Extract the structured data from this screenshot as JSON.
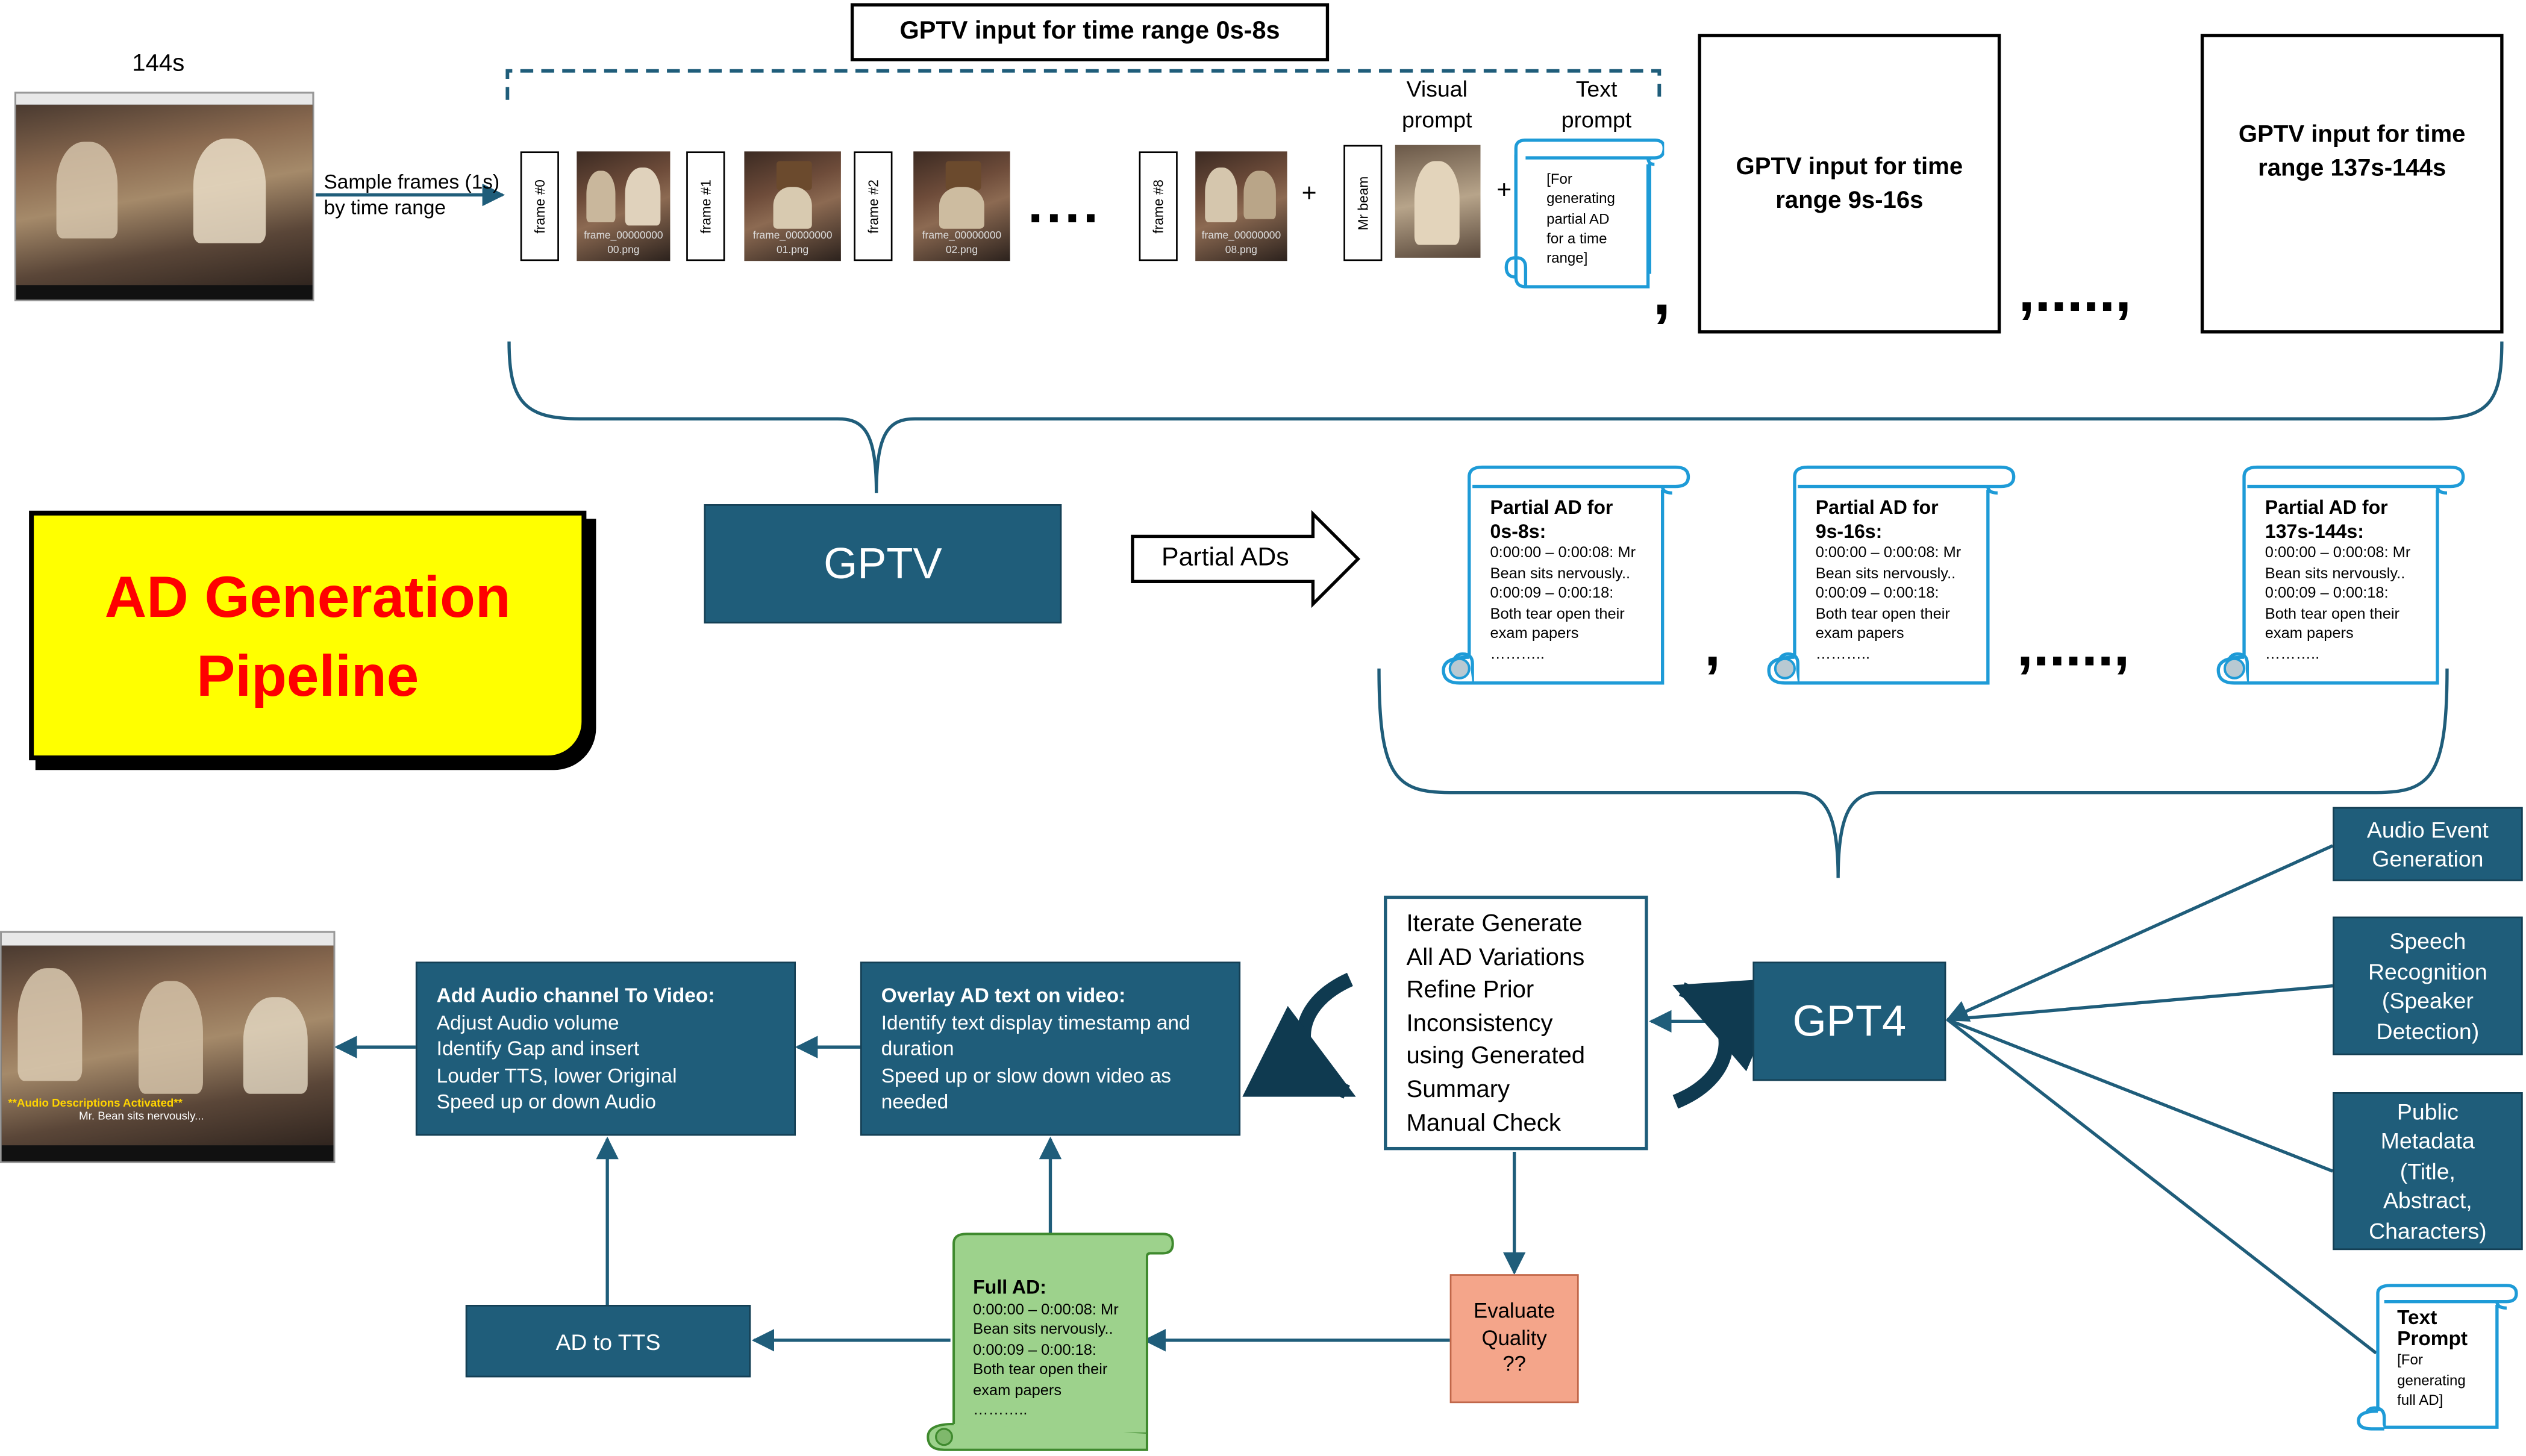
{
  "title": {
    "line1": "AD Generation",
    "line2": "Pipeline"
  },
  "video_duration": "144s",
  "sample_frames_label": {
    "line1": "Sample frames (1s)",
    "line2": "by time range"
  },
  "gptv_range_title": "GPTV input for time range 0s-8s",
  "frames": [
    {
      "label": "frame #0",
      "file": "frame_0000000000.png",
      "file_line1": "frame_00000000",
      "file_line2": "00.png"
    },
    {
      "label": "frame #1",
      "file_line1": "frame_00000000",
      "file_line2": "01.png"
    },
    {
      "label": "frame #2",
      "file_line1": "frame_00000000",
      "file_line2": "02.png"
    },
    {
      "label": "frame #8",
      "file_line1": "frame_00000000",
      "file_line2": "08.png"
    }
  ],
  "ellipsis": "....",
  "plus": "+",
  "visual_prompt": {
    "line1": "Visual",
    "line2": "prompt",
    "label": "Mr beam"
  },
  "text_prompt": {
    "line1": "Text",
    "line2": "prompt",
    "body": [
      "[For",
      "generating",
      "partial AD",
      "for a time",
      "range]"
    ]
  },
  "comma": ",",
  "comma_ellipsis": ",.....,",
  "gptv_inputs": [
    {
      "line1": "GPTV input for time",
      "line2": "range 9s-16s"
    },
    {
      "line1": "GPTV input for time",
      "line2": "range 137s-144s"
    }
  ],
  "gptv_label": "GPTV",
  "partial_ads_arrow": "Partial ADs",
  "partial_ads": [
    {
      "title1": "Partial AD for",
      "title2": "0s-8s:",
      "lines": [
        "0:00:00 – 0:00:08: Mr",
        "Bean sits nervously..",
        "0:00:09 – 0:00:18:",
        "Both tear open their",
        "exam papers",
        "……….."
      ]
    },
    {
      "title1": "Partial AD for",
      "title2": "9s-16s:",
      "lines": [
        "0:00:00 – 0:00:08: Mr",
        "Bean sits nervously..",
        "0:00:09 – 0:00:18:",
        "Both tear open their",
        "exam papers",
        "……….."
      ]
    },
    {
      "title1": "Partial AD for",
      "title2": "137s-144s:",
      "lines": [
        "0:00:00 – 0:00:08: Mr",
        "Bean sits nervously..",
        "0:00:09 – 0:00:18:",
        "Both tear open their",
        "exam papers",
        "……….."
      ]
    }
  ],
  "gpt4_label": "GPT4",
  "iterate_box": [
    "Iterate Generate",
    "All AD Variations",
    "Refine Prior",
    "Inconsistency",
    "using Generated",
    "Summary",
    "Manual Check"
  ],
  "side_inputs": [
    {
      "lines": [
        "Audio Event",
        "Generation"
      ]
    },
    {
      "lines": [
        "Speech",
        "Recognition",
        "(Speaker",
        "Detection)"
      ]
    },
    {
      "lines": [
        "Public",
        "Metadata",
        "(Title,",
        "Abstract,",
        "Characters)"
      ]
    }
  ],
  "text_prompt_full": {
    "title1": "Text",
    "title2": "Prompt",
    "body": [
      "[For",
      "generating",
      "full AD]"
    ]
  },
  "evaluate": [
    "Evaluate",
    "Quality",
    "??"
  ],
  "full_ad": {
    "title": "Full AD:",
    "lines": [
      "0:00:00 – 0:00:08: Mr",
      "Bean sits nervously..",
      "0:00:09 – 0:00:18:",
      "Both tear open their",
      "exam papers",
      "……….."
    ]
  },
  "ad_to_tts": "AD to TTS",
  "overlay_box": {
    "header": "Overlay AD text on video:",
    "lines": [
      "Identify text display timestamp and",
      "duration",
      "Speed up or slow down video as",
      "needed"
    ]
  },
  "audio_box": {
    "header": "Add Audio channel To Video:",
    "lines": [
      "Adjust Audio volume",
      "Identify Gap and insert",
      "Louder TTS, lower Original",
      "Speed up or down Audio"
    ]
  },
  "output_video_caption": {
    "line1": "**Audio Descriptions Activated**",
    "line2": "Mr. Bean sits nervously..."
  },
  "colors": {
    "dark_box": "#1f5d7a",
    "scroll_outline": "#1e9bd7",
    "title_bg": "#ffff00",
    "title_text": "#ff0000",
    "evaluate_bg": "#f4a58a",
    "full_ad_bg": "#9dd28c"
  }
}
